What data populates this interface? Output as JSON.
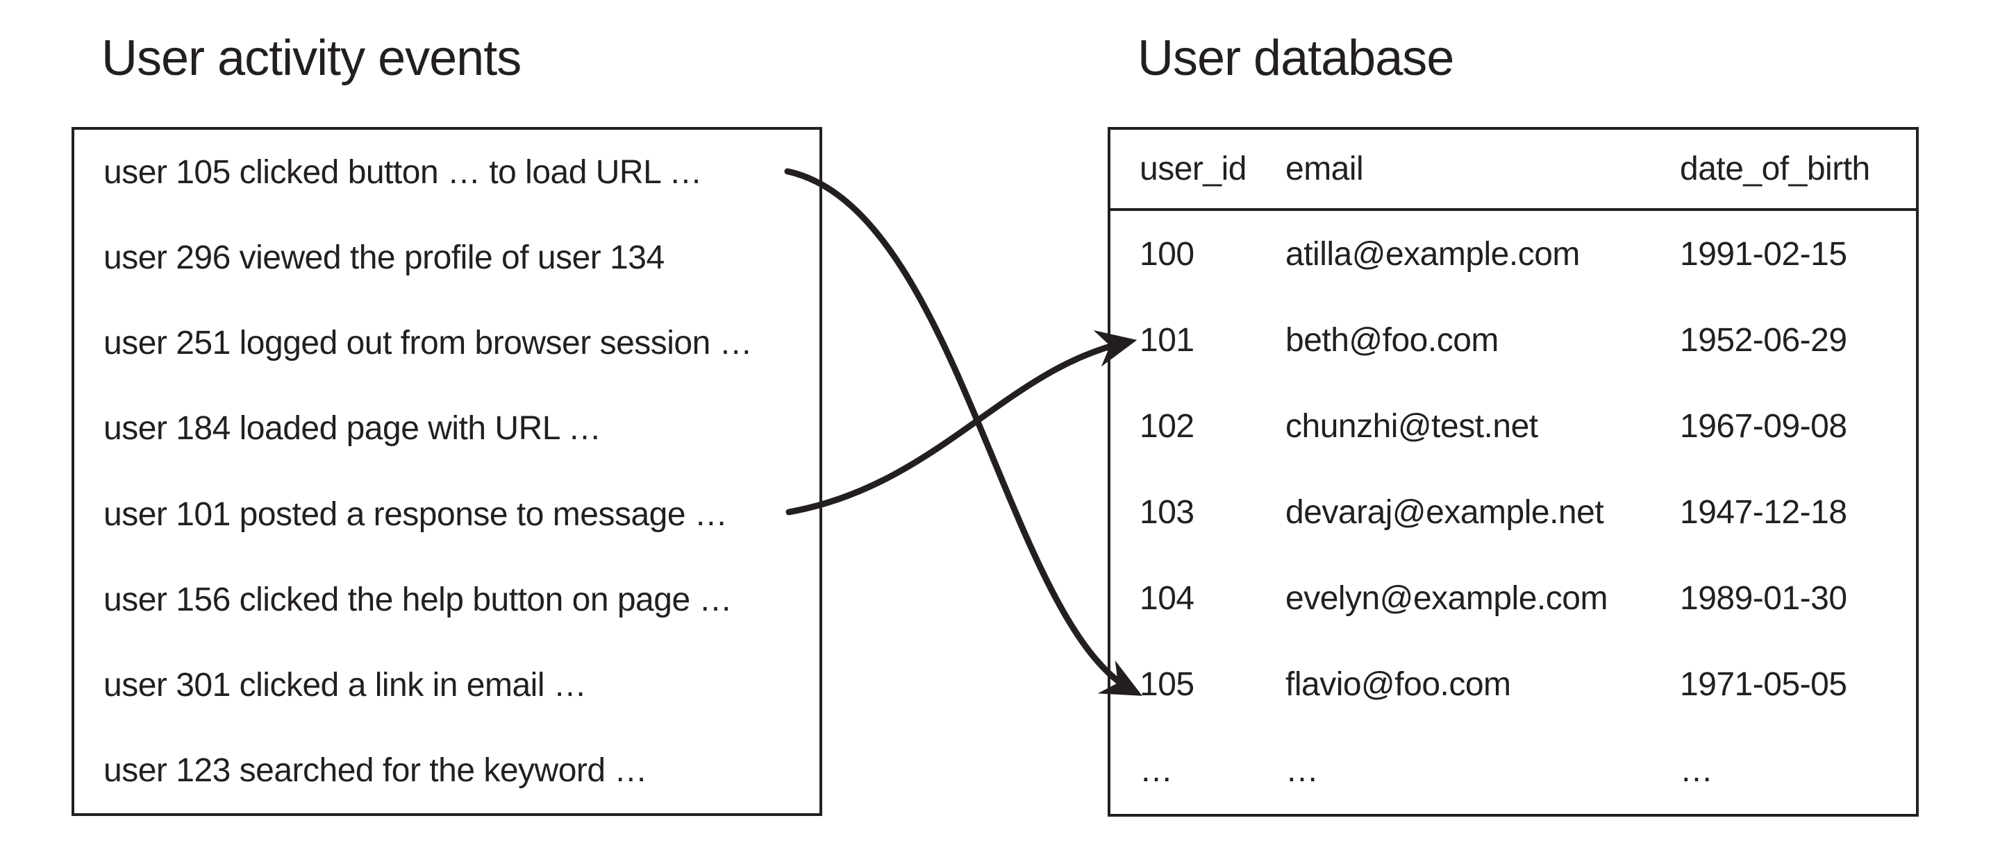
{
  "ink_color": "#231f20",
  "background_color": "#ffffff",
  "events": {
    "title": "User activity events",
    "items": [
      "user 105 clicked button … to load URL …",
      "user 296 viewed the profile of user 134",
      "user 251 logged out from browser session …",
      "user 184 loaded page with URL …",
      "user 101 posted a response to message …",
      "user 156 clicked the help button on page …",
      "user 301 clicked a link in email …",
      "user 123 searched for the keyword …"
    ]
  },
  "database": {
    "title": "User database",
    "columns": [
      "user_id",
      "email",
      "date_of_birth"
    ],
    "rows": [
      [
        "100",
        "atilla@example.com",
        "1991-02-15"
      ],
      [
        "101",
        "beth@foo.com",
        "1952-06-29"
      ],
      [
        "102",
        "chunzhi@test.net",
        "1967-09-08"
      ],
      [
        "103",
        "devaraj@example.net",
        "1947-12-18"
      ],
      [
        "104",
        "evelyn@example.com",
        "1989-01-30"
      ],
      [
        "105",
        "flavio@foo.com",
        "1971-05-05"
      ],
      [
        "…",
        "…",
        "…"
      ]
    ]
  },
  "arrows": [
    {
      "from_event": "user 105 clicked button … to load URL …",
      "to_user_id": "105"
    },
    {
      "from_event": "user 101 posted a response to message …",
      "to_user_id": "101"
    }
  ]
}
